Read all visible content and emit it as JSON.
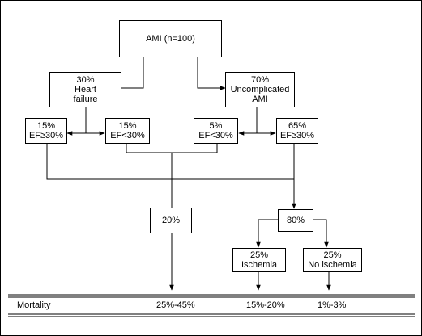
{
  "nodes": {
    "ami": "AMI (n=100)",
    "hf": "30%\nHeart\nfailure",
    "unc": "70%\nUncomplicated\nAMI",
    "hf_ef_hi": "15%\nEF≥30%",
    "hf_ef_lo": "15%\nEF<30%",
    "unc_ef_lo": "5%\nEF<30%",
    "unc_ef_hi": "65%\nEF≥30%",
    "high_risk": "20%",
    "low_risk": "80%",
    "ischemia": "25%\nIschemia",
    "no_ischemia": "25%\nNo ischemia"
  },
  "footer": {
    "label": "Mortality",
    "high_risk": "25%-45%",
    "ischemia": "15%-20%",
    "no_ischemia": "1%-3%"
  }
}
